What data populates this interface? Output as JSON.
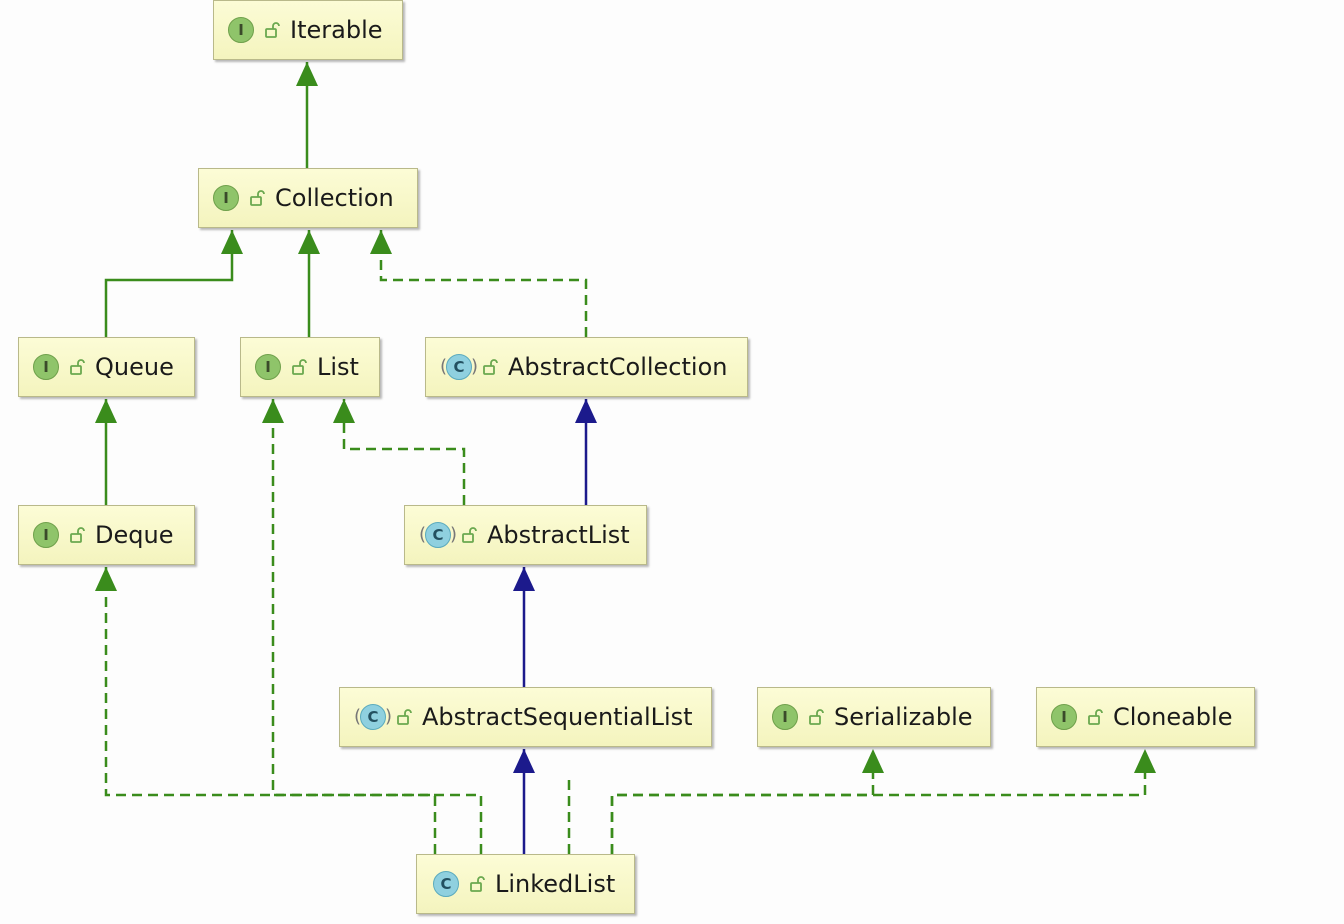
{
  "nodes": {
    "iterable": {
      "name": "Iterable",
      "kind": "I"
    },
    "collection": {
      "name": "Collection",
      "kind": "I"
    },
    "queue": {
      "name": "Queue",
      "kind": "I"
    },
    "list": {
      "name": "List",
      "kind": "I"
    },
    "abstract_collection": {
      "name": "AbstractCollection",
      "kind": "C"
    },
    "deque": {
      "name": "Deque",
      "kind": "I"
    },
    "abstract_list": {
      "name": "AbstractList",
      "kind": "C"
    },
    "abstract_sequential_list": {
      "name": "AbstractSequentialList",
      "kind": "C"
    },
    "serializable": {
      "name": "Serializable",
      "kind": "I"
    },
    "cloneable": {
      "name": "Cloneable",
      "kind": "I"
    },
    "linked_list": {
      "name": "LinkedList",
      "kind": "C"
    }
  },
  "colors": {
    "interface_edge": "#3a8c1c",
    "extends_edge": "#1c1a8c",
    "interface_badge": "#8fc46a",
    "class_badge": "#8fd0df",
    "node_fill": "#f7f7c6"
  },
  "icons": {
    "interface_badge": "interface-i-icon",
    "class_badge": "class-c-icon",
    "visibility": "unlock-icon"
  }
}
